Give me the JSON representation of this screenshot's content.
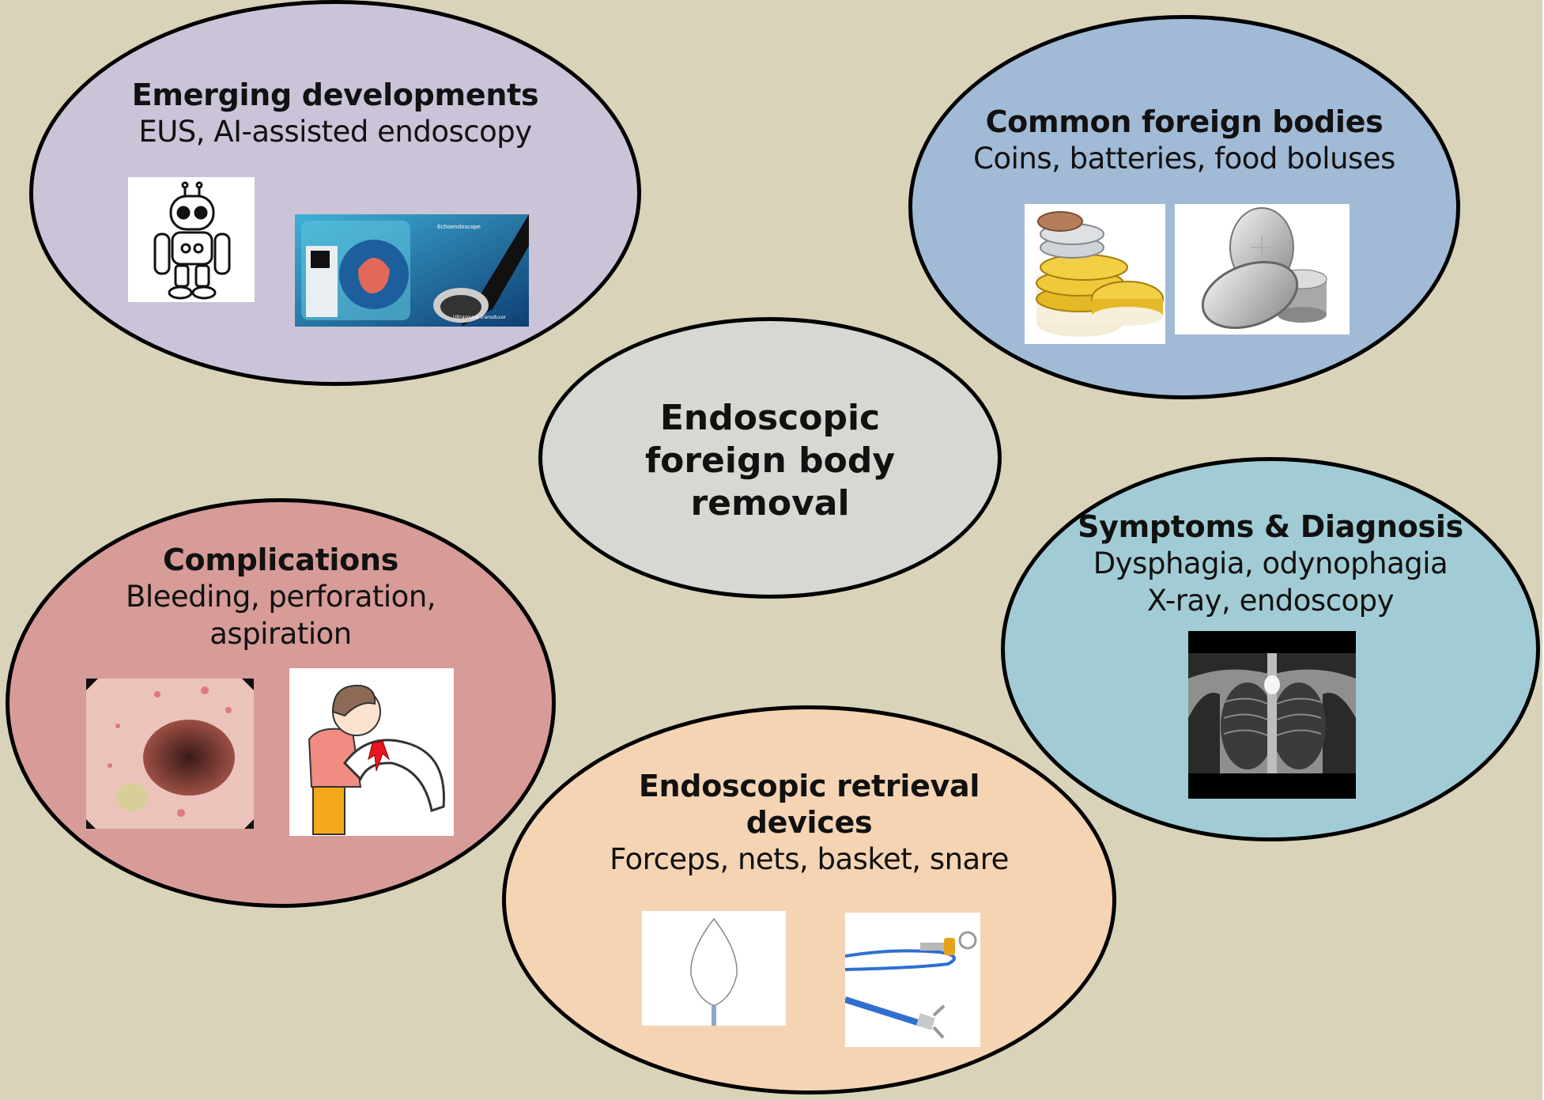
{
  "diagram": {
    "center": {
      "title_lines": [
        "Endoscopic",
        "foreign body",
        "removal"
      ],
      "color": "#d6d8d1"
    },
    "nodes": [
      {
        "id": "emerging",
        "title": "Emerging developments",
        "description_lines": [
          "EUS, AI-assisted endoscopy"
        ],
        "color": "#cbc3d8",
        "images": [
          "robot-illustration",
          "echoendoscope-illustration"
        ],
        "image_labels": [
          "Echoendoscope",
          "Ultrasound transducer"
        ]
      },
      {
        "id": "common",
        "title": "Common foreign bodies",
        "description_lines": [
          "Coins, batteries, food boluses"
        ],
        "color": "#a1bad6",
        "images": [
          "coin-stack",
          "button-batteries"
        ]
      },
      {
        "id": "complications",
        "title": "Complications",
        "description_lines": [
          "Bleeding, perforation,",
          "aspiration"
        ],
        "color": "#d79b98",
        "images": [
          "endoscopic-esophagus-photo",
          "vomiting-blood-illustration"
        ]
      },
      {
        "id": "symptoms",
        "title": "Symptoms & Diagnosis",
        "description_lines": [
          "Dysphagia, odynophagia",
          "X-ray, endoscopy"
        ],
        "color": "#a2ccd5",
        "images": [
          "chest-xray-with-coin"
        ]
      },
      {
        "id": "retrieval",
        "title_lines": [
          "Endoscopic retrieval",
          "devices"
        ],
        "description_lines": [
          "Forceps, nets, basket, snare"
        ],
        "color": "#f5d4b4",
        "images": [
          "snare-loop",
          "retrieval-forceps"
        ]
      }
    ],
    "background": "#d8d3b9",
    "border_color": "#000000"
  }
}
